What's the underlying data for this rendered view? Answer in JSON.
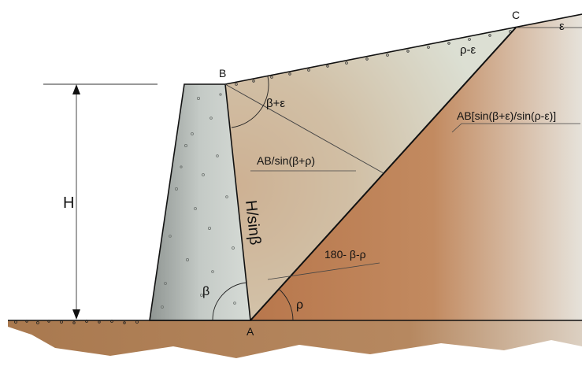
{
  "labels": {
    "point_a": "A",
    "point_b": "B",
    "point_c": "C",
    "height": "H",
    "wall_face": "H/sinβ",
    "angle_beta": "β",
    "angle_rho": "ρ",
    "angle_epsilon": "ε",
    "angle_rho_minus_eps": "ρ-ε",
    "angle_beta_plus_eps": "β+ε",
    "angle_supplement": "180- β-ρ",
    "perp_length": "AB/sin(β+ρ)",
    "bc_length": "AB[sin(β+ε)/sin(ρ-ε)]"
  },
  "colors": {
    "soil": "#b77a52",
    "soil_light": "#d4b08e",
    "wedge": "#dfe3d6",
    "wall": "#b9bfbb",
    "ground": "#b3845c"
  }
}
